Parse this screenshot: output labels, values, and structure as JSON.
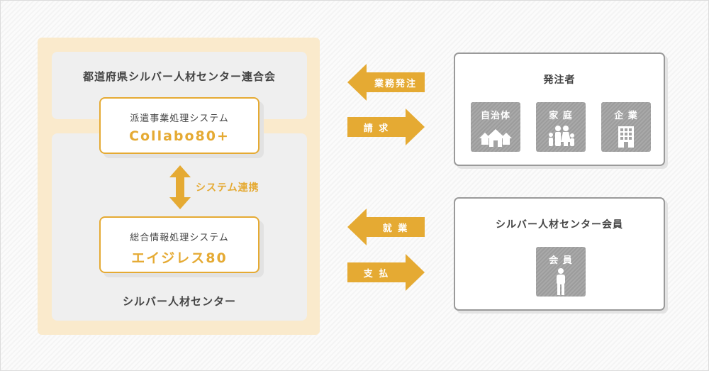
{
  "federation": {
    "title": "都道府県シルバー人材センター連合会",
    "system_box": {
      "name": "派遣事業処理システム",
      "product": "Collabo80+"
    }
  },
  "center": {
    "title": "シルバー人材センター",
    "system_box": {
      "name": "総合情報処理システム",
      "product": "エイジレス80"
    }
  },
  "link_label": "システム連携",
  "arrows": {
    "order": "業務発注",
    "invoice": "請 求",
    "employment": "就 業",
    "payment": "支 払"
  },
  "orderer": {
    "title": "発注者",
    "tiles": [
      {
        "label": "自治体",
        "icon": "houses-icon"
      },
      {
        "label": "家 庭",
        "icon": "family-icon"
      },
      {
        "label": "企 業",
        "icon": "building-icon"
      }
    ]
  },
  "member": {
    "title": "シルバー人材センター会員",
    "tiles": [
      {
        "label": "会 員",
        "icon": "person-icon"
      }
    ]
  },
  "colors": {
    "accent": "#e5aa33",
    "panel": "#faeacc",
    "tile": "#a3a3a3"
  }
}
